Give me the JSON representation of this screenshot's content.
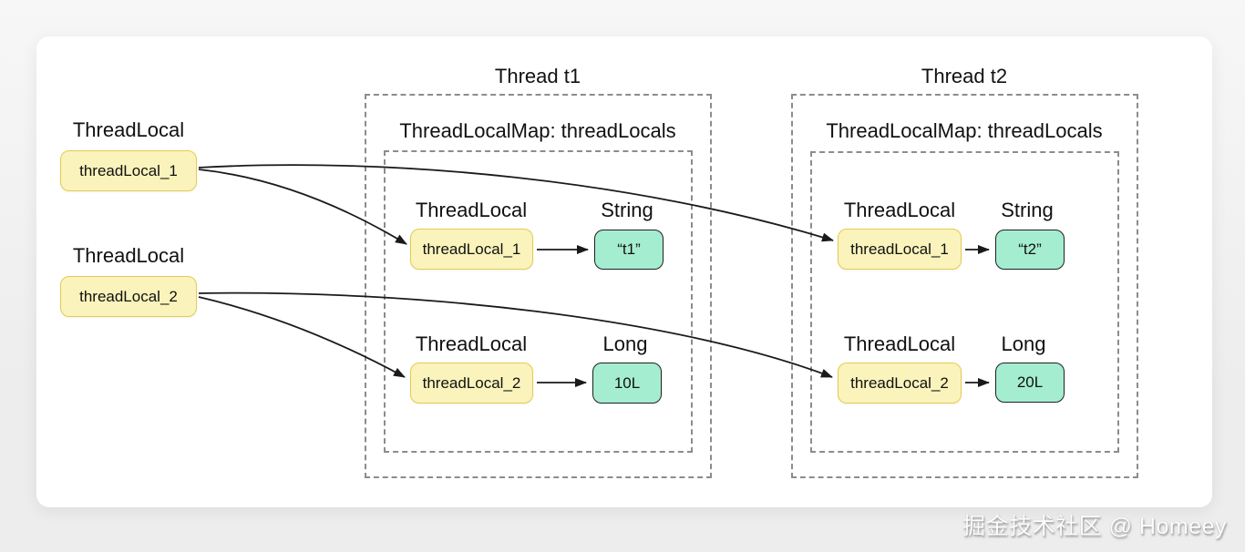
{
  "watermark": "掘金技术社区 @ Homeey",
  "colors": {
    "page-bg": "#ededed",
    "card-bg": "#ffffff",
    "text": "#111111",
    "ref-fill": "#FAF3BB",
    "ref-border": "#E3CC52",
    "value-fill": "#A5EDD1",
    "value-border": "#1f1f1f",
    "dashed-border": "#8c8c8c",
    "arrow": "#1a1a1a",
    "watermark-color": "#fcfcfc"
  },
  "left_refs": [
    {
      "label": "ThreadLocal",
      "name": "threadLocal_1"
    },
    {
      "label": "ThreadLocal",
      "name": "threadLocal_2"
    }
  ],
  "threads": [
    {
      "title": "Thread t1",
      "map_label": "ThreadLocalMap: threadLocals",
      "entries": [
        {
          "key_label": "ThreadLocal",
          "key": "threadLocal_1",
          "value_type": "String",
          "value": "“t1”"
        },
        {
          "key_label": "ThreadLocal",
          "key": "threadLocal_2",
          "value_type": "Long",
          "value": "10L"
        }
      ]
    },
    {
      "title": "Thread t2",
      "map_label": "ThreadLocalMap: threadLocals",
      "entries": [
        {
          "key_label": "ThreadLocal",
          "key": "threadLocal_1",
          "value_type": "String",
          "value": "“t2”"
        },
        {
          "key_label": "ThreadLocal",
          "key": "threadLocal_2",
          "value_type": "Long",
          "value": "20L"
        }
      ]
    }
  ],
  "connections": [
    {
      "from": "threadLocal_1",
      "to": "Thread t1 : map key threadLocal_1"
    },
    {
      "from": "threadLocal_1",
      "to": "Thread t2 : map key threadLocal_1"
    },
    {
      "from": "threadLocal_2",
      "to": "Thread t1 : map key threadLocal_2"
    },
    {
      "from": "threadLocal_2",
      "to": "Thread t2 : map key threadLocal_2"
    },
    {
      "from": "Thread t1 : map key threadLocal_1",
      "to": "value “t1”"
    },
    {
      "from": "Thread t1 : map key threadLocal_2",
      "to": "value 10L"
    },
    {
      "from": "Thread t2 : map key threadLocal_1",
      "to": "value “t2”"
    },
    {
      "from": "Thread t2 : map key threadLocal_2",
      "to": "value 20L"
    }
  ]
}
